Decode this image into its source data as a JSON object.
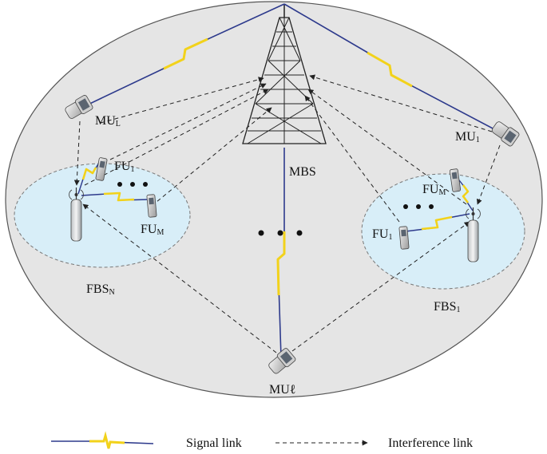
{
  "labels": {
    "mbs": "MBS",
    "mu_l_main": "MU",
    "mu_l_sub": "L",
    "mu_1_main": "MU",
    "mu_1_sub": "1",
    "mu_ell": "MUℓ",
    "fbs_n_main": "FBS",
    "fbs_n_sub": "N",
    "fbs_1_main": "FBS",
    "fbs_1_sub": "1",
    "fu1_left_main": "FU",
    "fu1_left_sub": "1",
    "fum_left_main": "FU",
    "fum_left_sub": "M",
    "fum_right_main": "FU",
    "fum_right_sub": "M",
    "fu1_right_main": "FU",
    "fu1_right_sub": "1"
  },
  "legend": {
    "signal": "Signal link",
    "interference": "Interference link"
  },
  "colors": {
    "outer_fill": "#e5e5e5",
    "cell_fill": "#d8eef8",
    "signal_blue": "#2d3a8c",
    "signal_yellow": "#f2d21b",
    "dash": "#222222"
  }
}
